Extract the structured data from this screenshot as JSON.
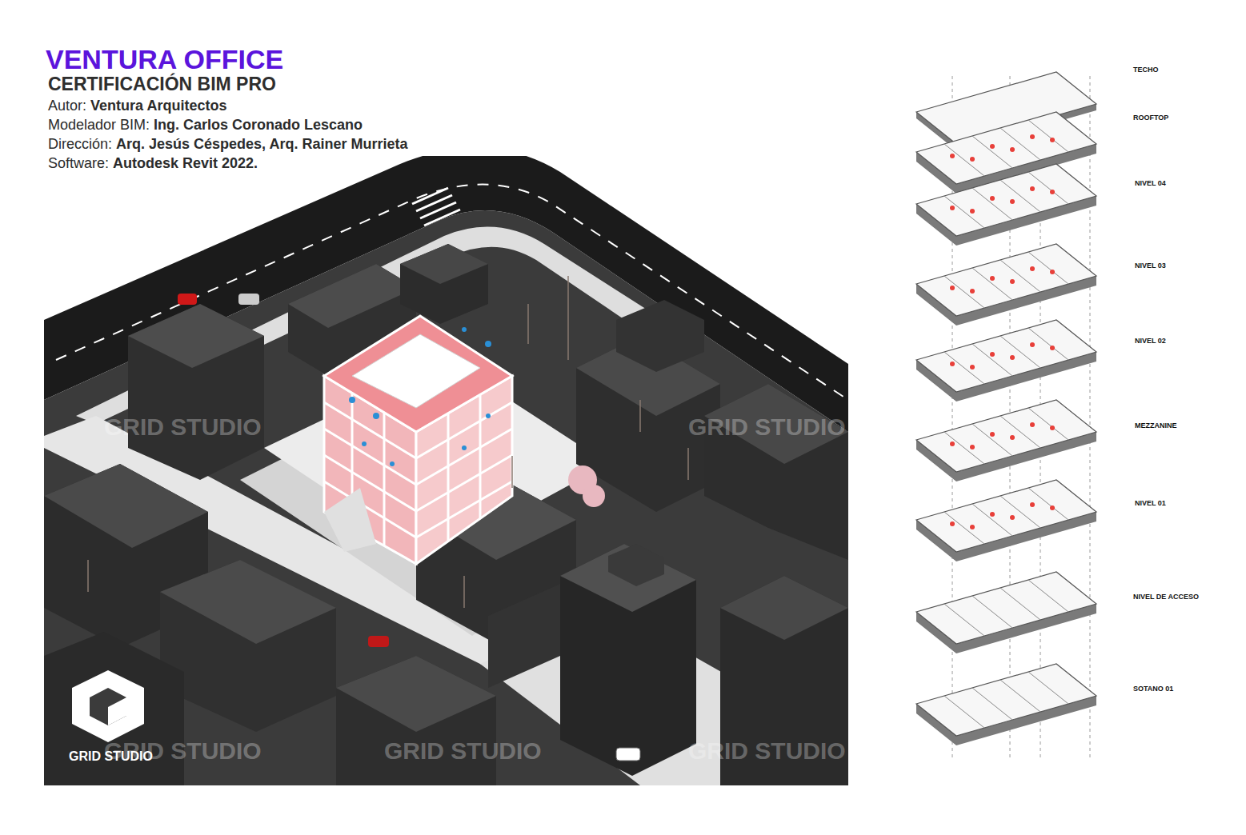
{
  "diagram": {
    "title": "VENTURA OFFICE",
    "labels": [
      "CERTIFICACIÓN BIM PRO",
      "Autor:",
      "Ventura Arquitectos",
      "Modelador BIM:",
      "Ing. Carlos Coronado Lescano",
      "Dirección:",
      "Arq. Jesús Céspedes, Arq. Rainer Murrieta",
      "Software:",
      "Autodesk Revit 2022.",
      "TECHO",
      "ROOFTOP",
      "NIVEL 04",
      "NIVEL 03",
      "NIVEL 02",
      "MEZZANINE",
      "NIVEL 01",
      "NIVEL DE ACCESO",
      "SOTANO 01",
      "GRID STUDIO",
      "GRID STUDIO",
      "GRID STUDIO",
      "GRID STUDIO",
      "GRID STUDIO",
      "GRID STUDIO"
    ]
  }
}
